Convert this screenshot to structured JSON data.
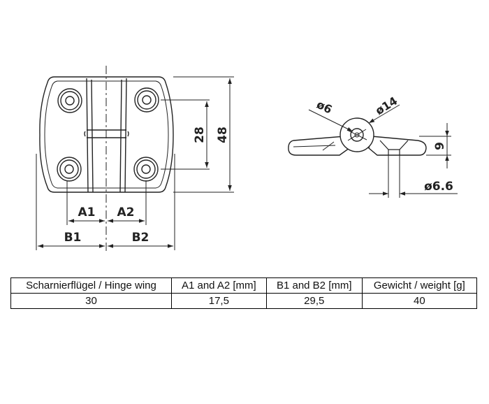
{
  "drawing": {
    "labels": {
      "a1": "A1",
      "a2": "A2",
      "b1": "B1",
      "b2": "B2",
      "dim_28": "28",
      "dim_48": "48",
      "dia_6": "ø6",
      "dia_14": "ø14",
      "dim_9": "9",
      "dia_6_6": "ø6.6"
    }
  },
  "table": {
    "headers": [
      "Scharnierflügel / Hinge wing",
      "A1 and A2 [mm]",
      "B1 and B2 [mm]",
      "Gewicht / weight [g]"
    ],
    "rows": [
      [
        "30",
        "17,5",
        "29,5",
        "40"
      ]
    ]
  }
}
